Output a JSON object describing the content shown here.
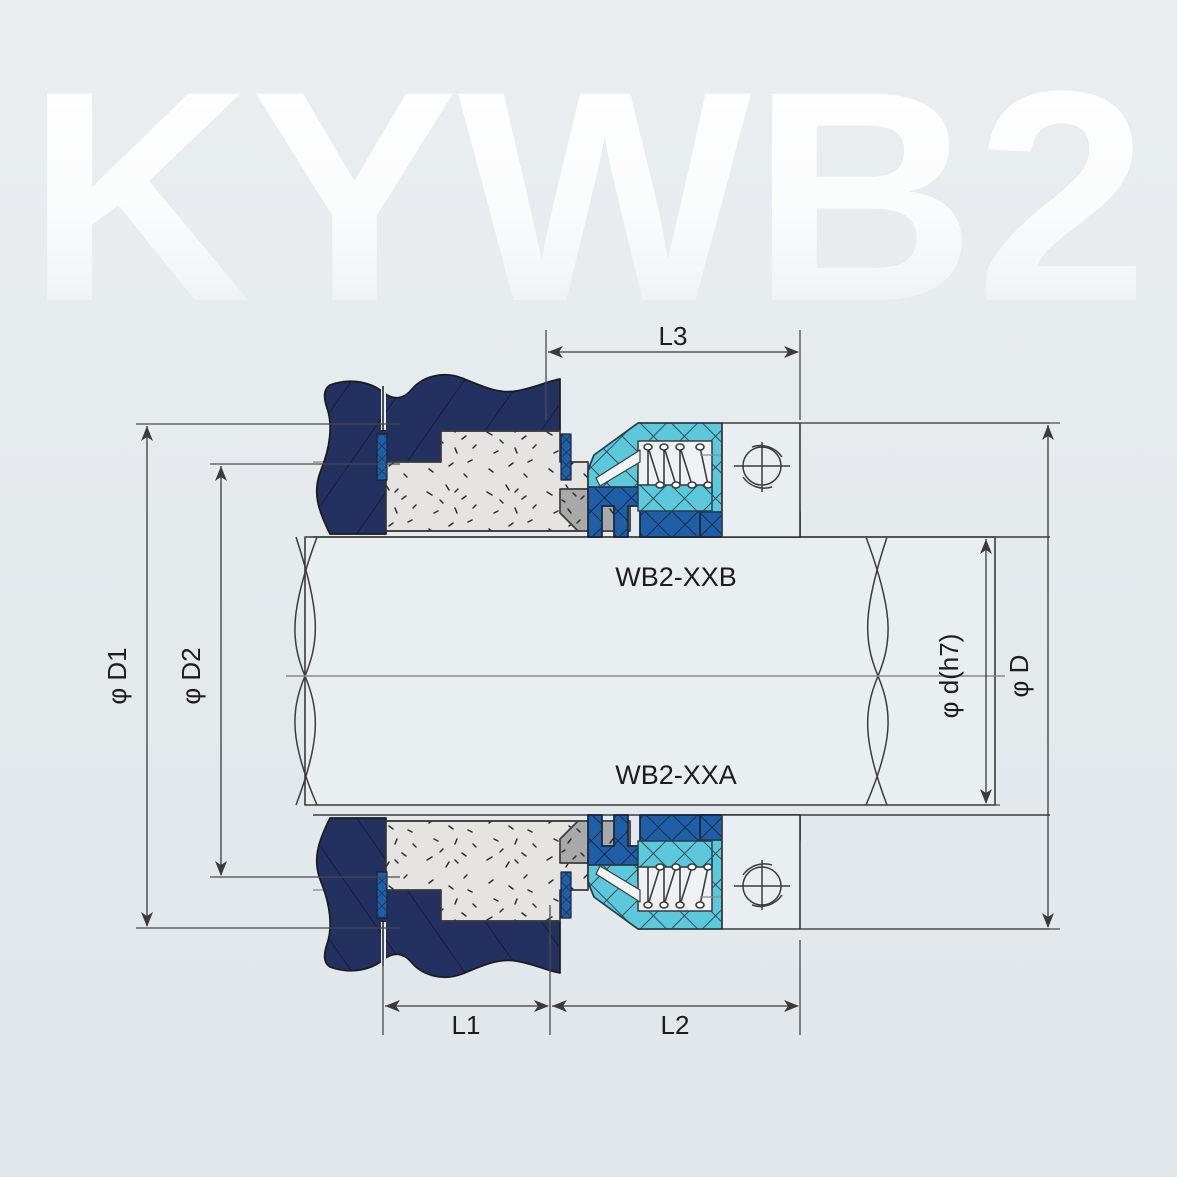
{
  "watermark": {
    "text": "KYWB2",
    "color": "#ffffff"
  },
  "background": {
    "color_top": "#e9edf0",
    "color_bottom": "#e1e7ea"
  },
  "palette": {
    "navy": "#223160",
    "blue": "#1f5fa8",
    "cyan": "#5cc8dc",
    "ceramic": "#e6e4e1",
    "graphite": "#a9a9a9",
    "line": "#3b3b3b",
    "dim_line": "#4a4a4a"
  },
  "part_labels": [
    {
      "id": "upper",
      "text": "WB2-XXB"
    },
    {
      "id": "lower",
      "text": "WB2-XXA"
    }
  ],
  "dimensions": {
    "vertical_left": [
      {
        "name": "phi-d1",
        "label": "φ D1"
      },
      {
        "name": "phi-d2",
        "label": "φ D2"
      }
    ],
    "vertical_right": [
      {
        "name": "phi-d-h7",
        "label": "φ d(h7)"
      },
      {
        "name": "phi-d",
        "label": "φ D"
      }
    ],
    "horizontal_bottom": [
      {
        "name": "l1",
        "label": "L1"
      },
      {
        "name": "l2",
        "label": "L2"
      }
    ],
    "horizontal_top": [
      {
        "name": "l3",
        "label": "L3"
      }
    ]
  },
  "components": {
    "elastomer_boot": "navy-rubber-bellows",
    "seal_face": "ceramic-stationary-face",
    "mating_ring": "graphite-rotating-face",
    "spring_housing": "cyan-retainer",
    "drive_collar": "blue-collar",
    "set_screw": "set-screw-symbol"
  }
}
